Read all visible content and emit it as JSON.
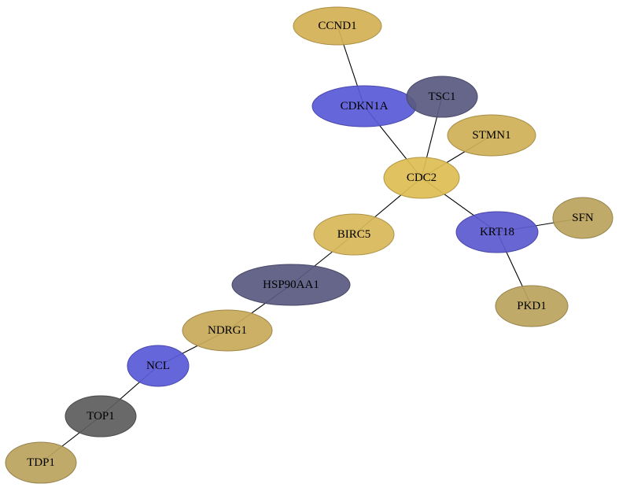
{
  "colors": {
    "gold": "#dfbd55",
    "tan": "#d4b055",
    "khaki": "#bba45f",
    "blue": "#5a5ad8",
    "slate": "#5a5a82",
    "gray": "#5e5e5e"
  },
  "nodes": [
    {
      "id": "CCND1",
      "label": "CCND1",
      "color": "#d4b055"
    },
    {
      "id": "CDKN1A",
      "label": "CDKN1A",
      "color": "#5a5ad8"
    },
    {
      "id": "TSC1",
      "label": "TSC1",
      "color": "#5a5a82"
    },
    {
      "id": "STMN1",
      "label": "STMN1",
      "color": "#d0b057"
    },
    {
      "id": "CDC2",
      "label": "CDC2",
      "color": "#dfbd55"
    },
    {
      "id": "SFN",
      "label": "SFN",
      "color": "#bba45f"
    },
    {
      "id": "KRT18",
      "label": "KRT18",
      "color": "#5d5ad0"
    },
    {
      "id": "BIRC5",
      "label": "BIRC5",
      "color": "#d8b85a"
    },
    {
      "id": "PKD1",
      "label": "PKD1",
      "color": "#bba45f"
    },
    {
      "id": "HSP90AA1",
      "label": "HSP90AA1",
      "color": "#5a5a82"
    },
    {
      "id": "NDRG1",
      "label": "NDRG1",
      "color": "#c8aa5a"
    },
    {
      "id": "NCL",
      "label": "NCL",
      "color": "#5a5ad8"
    },
    {
      "id": "TOP1",
      "label": "TOP1",
      "color": "#5e5e5e"
    },
    {
      "id": "TDP1",
      "label": "TDP1",
      "color": "#bba45f"
    }
  ],
  "edges": [
    [
      "CCND1",
      "CDKN1A"
    ],
    [
      "CDKN1A",
      "CDC2"
    ],
    [
      "TSC1",
      "CDC2"
    ],
    [
      "STMN1",
      "CDC2"
    ],
    [
      "CDC2",
      "KRT18"
    ],
    [
      "CDC2",
      "BIRC5"
    ],
    [
      "KRT18",
      "SFN"
    ],
    [
      "KRT18",
      "PKD1"
    ],
    [
      "BIRC5",
      "HSP90AA1"
    ],
    [
      "HSP90AA1",
      "NDRG1"
    ],
    [
      "NDRG1",
      "NCL"
    ],
    [
      "NCL",
      "TOP1"
    ],
    [
      "TOP1",
      "TDP1"
    ]
  ]
}
